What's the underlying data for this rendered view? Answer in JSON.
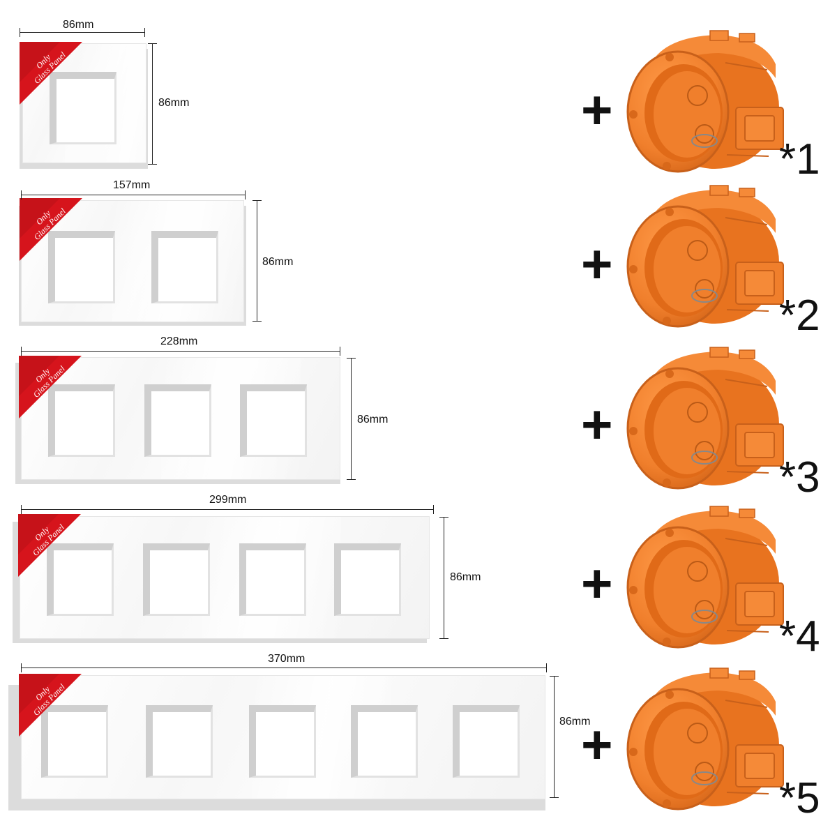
{
  "badge": {
    "line1": "Only",
    "line2": "Glass Panel"
  },
  "plus_symbol": "+",
  "panels": [
    {
      "gangs": 1,
      "width_label": "86mm",
      "height_label": "86mm",
      "box_qty": "*1"
    },
    {
      "gangs": 2,
      "width_label": "157mm",
      "height_label": "86mm",
      "box_qty": "*2"
    },
    {
      "gangs": 3,
      "width_label": "228mm",
      "height_label": "86mm",
      "box_qty": "*3"
    },
    {
      "gangs": 4,
      "width_label": "299mm",
      "height_label": "86mm",
      "box_qty": "*4"
    },
    {
      "gangs": 5,
      "width_label": "370mm",
      "height_label": "86mm",
      "box_qty": "*5"
    }
  ],
  "colors": {
    "badge_red": "#d6141c",
    "box_orange": "#f07f2c"
  },
  "icons": {
    "junction_box": "junction-box-icon",
    "badge": "only-glass-panel-ribbon"
  }
}
